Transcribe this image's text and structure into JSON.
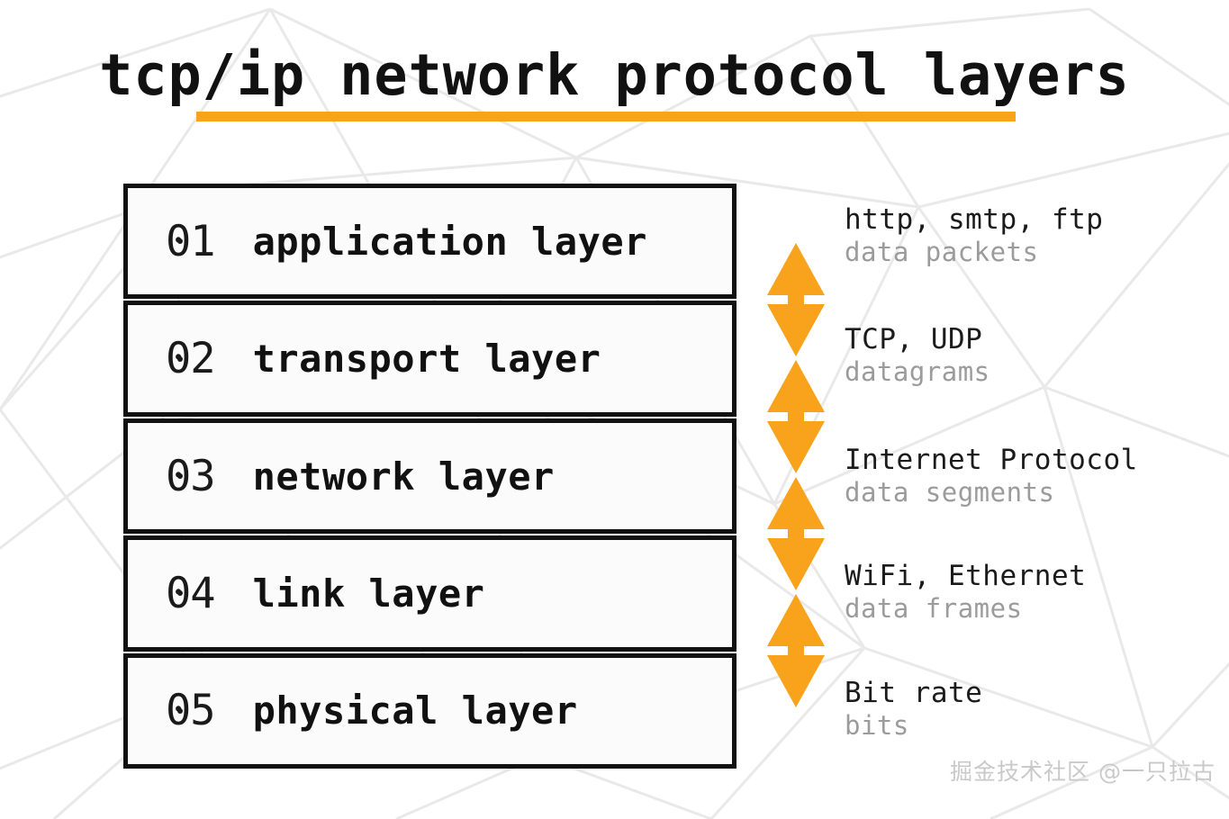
{
  "header": {
    "title": "tcp/ip network protocol layers",
    "underline_color": "#F9A21B"
  },
  "theme": {
    "accent": "#F9A21B",
    "ink": "#111111",
    "muted": "#9b9b9b",
    "surface": "#fbfbfb",
    "background": "#ffffff"
  },
  "layers": [
    {
      "number": "01",
      "name": "application layer"
    },
    {
      "number": "02",
      "name": "transport layer"
    },
    {
      "number": "03",
      "name": "network layer"
    },
    {
      "number": "04",
      "name": "link layer"
    },
    {
      "number": "05",
      "name": "physical layer"
    }
  ],
  "annotations": [
    {
      "protocols": "http, smtp, ftp",
      "unit": "data packets"
    },
    {
      "protocols": "TCP, UDP",
      "unit": "datagrams"
    },
    {
      "protocols": "Internet Protocol",
      "unit": "data segments"
    },
    {
      "protocols": "WiFi, Ethernet",
      "unit": "data frames"
    },
    {
      "protocols": "Bit rate",
      "unit": "bits"
    }
  ],
  "arrows": {
    "count": 4,
    "icon": "double-headed-vertical-arrow",
    "color": "#F9A21B"
  },
  "watermark": {
    "text": "掘金技术社区 @一只拉古"
  }
}
